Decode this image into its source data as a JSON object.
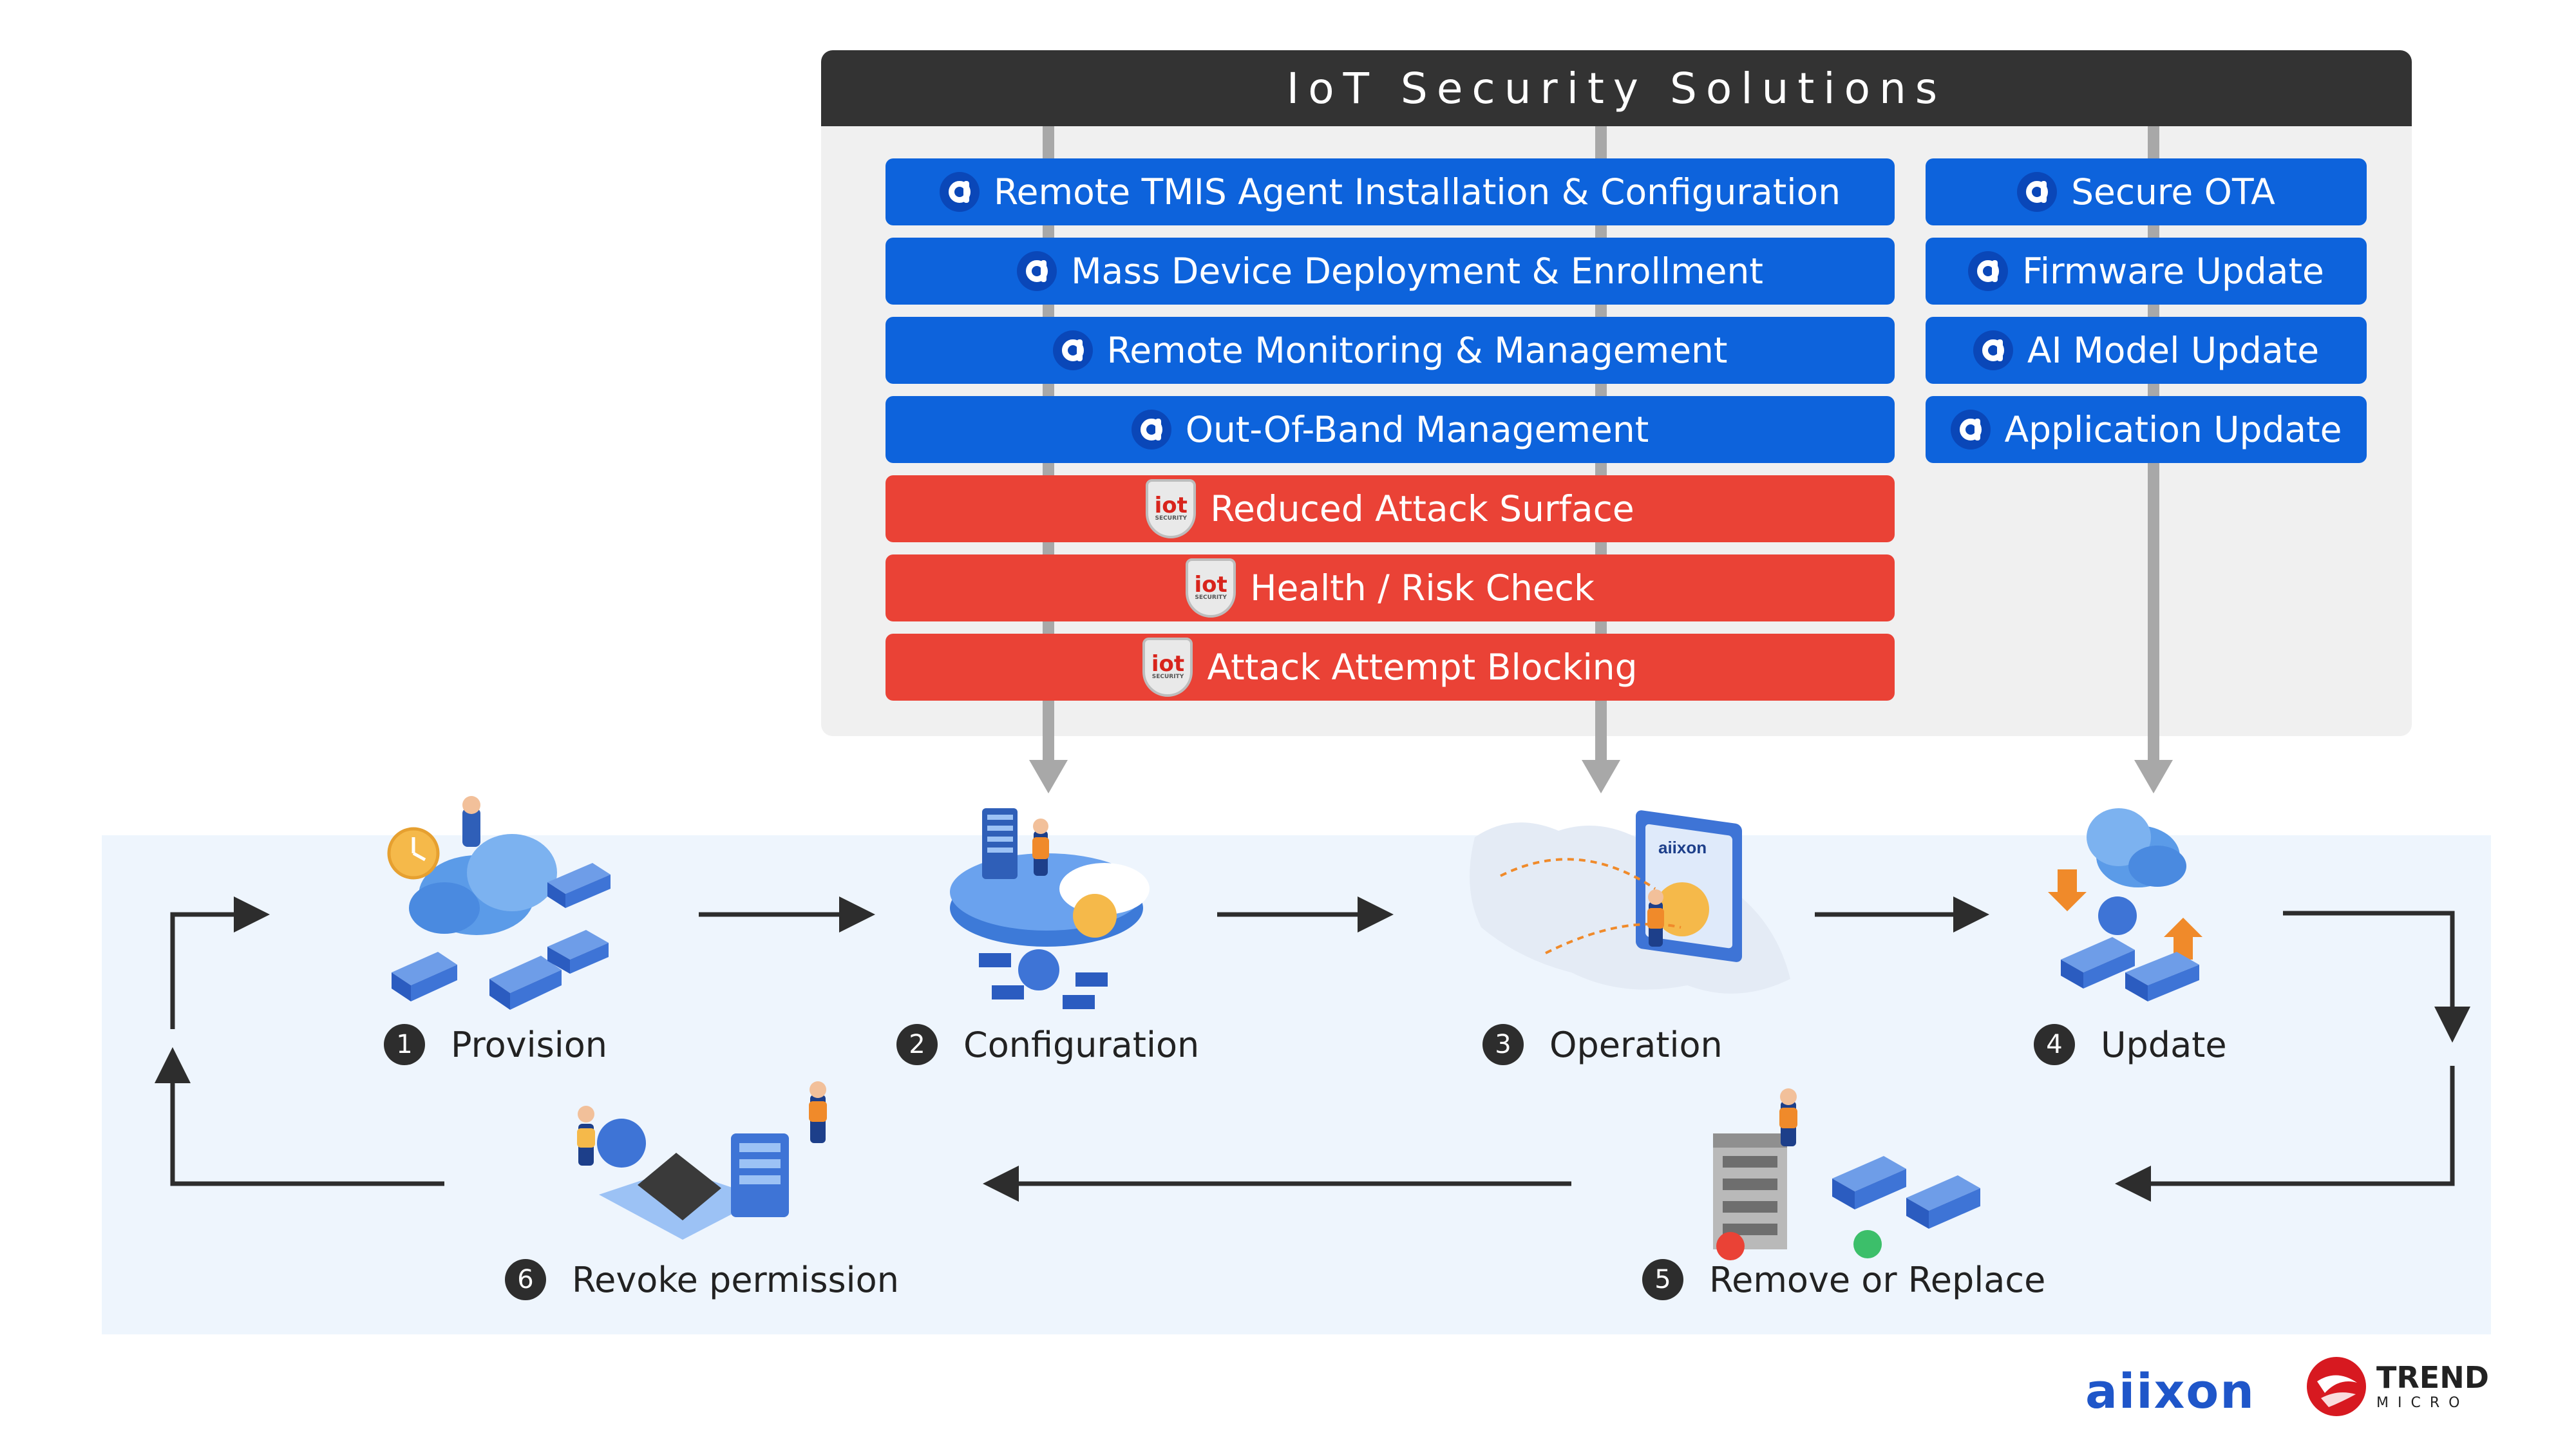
{
  "panel": {
    "title": "IoT Security Solutions",
    "left_features": [
      {
        "label": "Remote TMIS Agent Installation & Configuration",
        "kind": "aiixon"
      },
      {
        "label": "Mass Device Deployment & Enrollment",
        "kind": "aiixon"
      },
      {
        "label": "Remote Monitoring & Management",
        "kind": "aiixon"
      },
      {
        "label": "Out-Of-Band Management",
        "kind": "aiixon"
      },
      {
        "label": "Reduced Attack Surface",
        "kind": "iot-security"
      },
      {
        "label": "Health / Risk Check",
        "kind": "iot-security"
      },
      {
        "label": "Attack Attempt Blocking",
        "kind": "iot-security"
      }
    ],
    "right_features": [
      {
        "label": "Secure OTA",
        "kind": "aiixon"
      },
      {
        "label": "Firmware Update",
        "kind": "aiixon"
      },
      {
        "label": "AI Model Update",
        "kind": "aiixon"
      },
      {
        "label": "Application Update",
        "kind": "aiixon"
      }
    ],
    "iot_badge_text": "iot",
    "iot_badge_sub": "SECURITY",
    "colors": {
      "blue": "#0d63dc",
      "red": "#ea4236",
      "title_bar": "#333333"
    }
  },
  "lifecycle": {
    "steps": [
      {
        "number": "1",
        "label": "Provision"
      },
      {
        "number": "2",
        "label": "Configuration"
      },
      {
        "number": "3",
        "label": "Operation"
      },
      {
        "number": "4",
        "label": "Update"
      },
      {
        "number": "5",
        "label": "Remove or Replace"
      },
      {
        "number": "6",
        "label": "Revoke permission"
      }
    ],
    "operation_screen_text": "aiixon"
  },
  "logos": {
    "aiixon": "aiixon",
    "trend_line1": "TREND",
    "trend_line2": "MICRO"
  }
}
